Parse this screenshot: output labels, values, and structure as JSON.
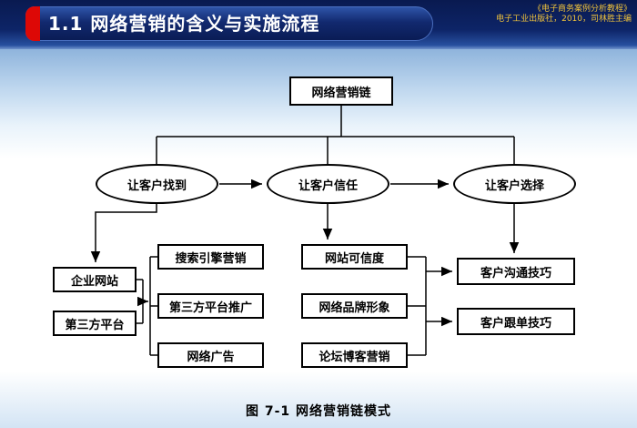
{
  "header": {
    "title": "1.1 网络营销的含义与实施流程",
    "citation": [
      "《电子商务案例分析教程》",
      "电子工业出版社，2010，司林胜主编"
    ]
  },
  "diagram": {
    "root": "网络营销链",
    "stages": [
      "让客户找到",
      "让客户信任",
      "让客户选择"
    ],
    "find_channels": [
      "企业网站",
      "第三方平台"
    ],
    "find_methods": [
      "搜索引擎营销",
      "第三方平台推广",
      "网络广告"
    ],
    "trust_methods": [
      "网站可信度",
      "网络品牌形象",
      "论坛博客营销"
    ],
    "choose_skills": [
      "客户沟通技巧",
      "客户跟单技巧"
    ],
    "colors": {
      "line": "#000000",
      "node_bg": "#ffffff",
      "node_border": "#000000"
    }
  },
  "caption": "图 7-1  网络营销链模式",
  "theme": {
    "header_bg": "#0d2467",
    "accent_red": "#dd0806",
    "citation_color": "#efc23c",
    "sky_blue": "#8fb4dc"
  }
}
